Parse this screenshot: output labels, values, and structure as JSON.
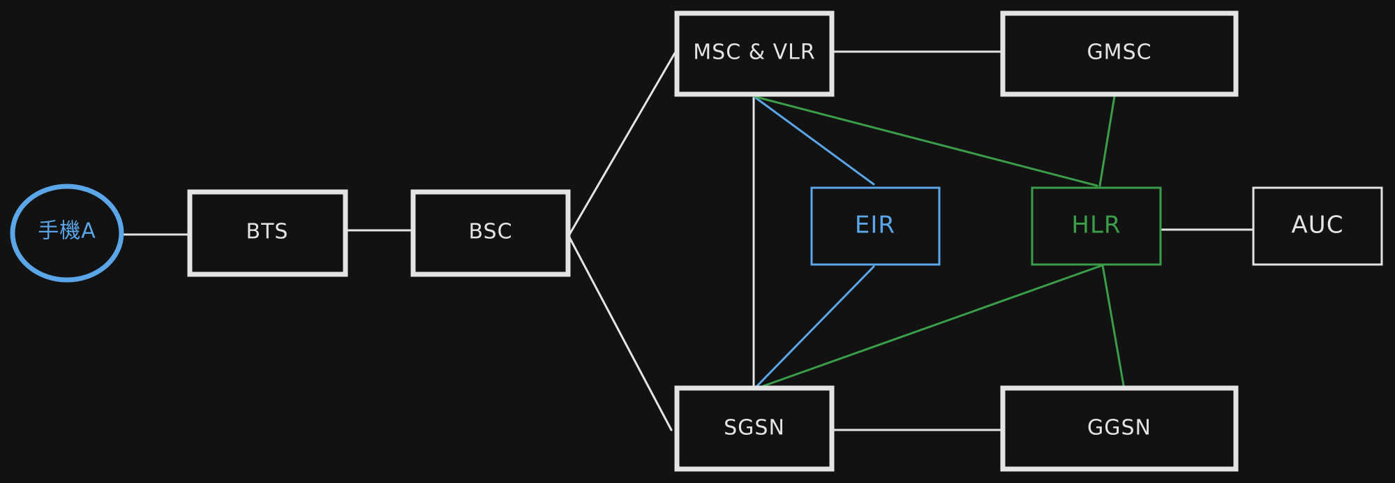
{
  "nodes": {
    "phone": "手機A",
    "bts": "BTS",
    "bsc": "BSC",
    "msc_vlr": "MSC & VLR",
    "gmsc": "GMSC",
    "eir": "EIR",
    "hlr": "HLR",
    "auc": "AUC",
    "sgsn": "SGSN",
    "ggsn": "GGSN"
  },
  "colors": {
    "background": "#121212",
    "white": "#e4e4e4",
    "blue": "#5aa6e8",
    "green": "#3a9d4a"
  }
}
